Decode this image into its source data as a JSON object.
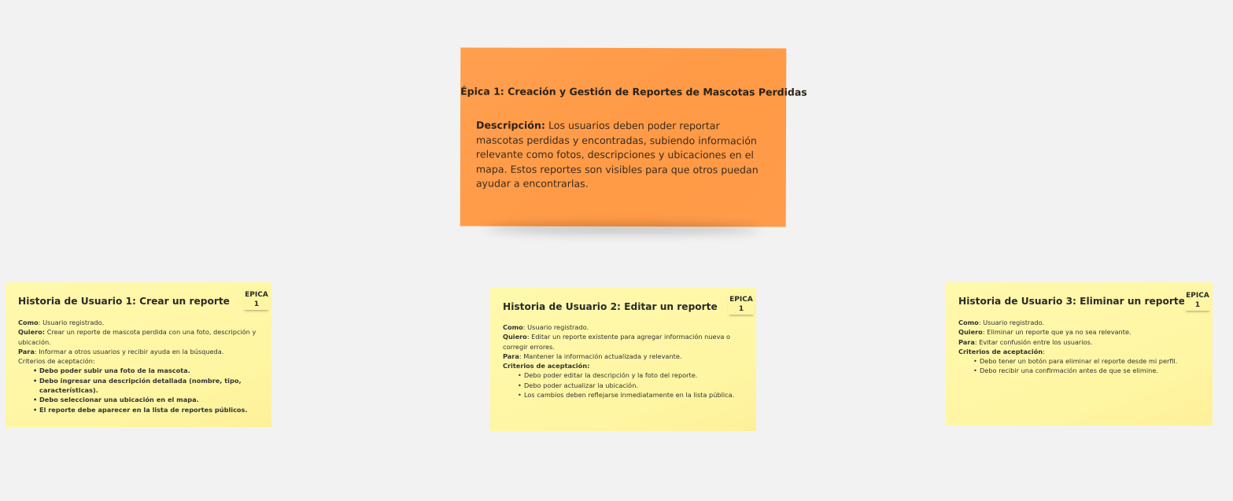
{
  "epic": {
    "title": "Épica 1: Creación y Gestión de Reportes de Mascotas Perdidas",
    "description_label": "Descripción:",
    "description_text": " Los usuarios deben poder reportar mascotas perdidas y encontradas, subiendo información relevante como fotos, descripciones y ubicaciones en el mapa. Estos reportes son visibles para que otros puedan ayudar a encontrarlas."
  },
  "stories": [
    {
      "title": "Historia de Usuario 1: Crear un reporte",
      "tag_line1": "EPICA",
      "tag_line2": "1",
      "como_label": "Como",
      "como": ": Usuario registrado.",
      "quiero_label": "Quiero:",
      "quiero": " Crear un reporte de mascota perdida con una foto, descripción y ubicación.",
      "para_label": "Para",
      "para": ": Informar a otros usuarios y recibir ayuda en la búsqueda.",
      "criteria_label": "Criterios de aceptación:",
      "criteria": [
        "Debo poder subir una foto de la mascota.",
        "Debo ingresar una descripción detallada (nombre, tipo, características).",
        "Debo seleccionar una ubicación en el mapa.",
        "El reporte debe aparecer en la lista de reportes públicos."
      ]
    },
    {
      "title": "Historia de Usuario 2: Editar un reporte",
      "tag_line1": "EPICA",
      "tag_line2": "1",
      "como_label": "Como",
      "como": ": Usuario registrado.",
      "quiero_label": "Quiero",
      "quiero": ": Editar un reporte existente para agregar información nueva o corregir errores.",
      "para_label": "Para",
      "para": ": Mantener la información actualizada y relevante.",
      "criteria_label": "Criterios de aceptación:",
      "criteria": [
        "Debo poder editar la descripción y la foto del reporte.",
        "Debo poder actualizar la ubicación.",
        "Los cambios deben reflejarse inmediatamente en la lista pública."
      ]
    },
    {
      "title": "Historia de Usuario 3: Eliminar un reporte",
      "tag_line1": "EPICA",
      "tag_line2": "1",
      "como_label": "Como",
      "como": ": Usuario registrado.",
      "quiero_label": "Quiero",
      "quiero": ": Eliminar un reporte que ya no sea relevante.",
      "para_label": "Para",
      "para": ": Evitar confusión entre los usuarios.",
      "criteria_label": "Criterios de aceptación",
      "criteria_suffix": ":",
      "criteria": [
        "Debo tener un botón para eliminar el reporte desde mi perfil.",
        "Debo recibir una confirmación antes de que se elimine."
      ]
    }
  ],
  "colors": {
    "background": "#f2f2f2",
    "epic_note": "#ff9d4a",
    "story_note": "#fff6a3"
  }
}
